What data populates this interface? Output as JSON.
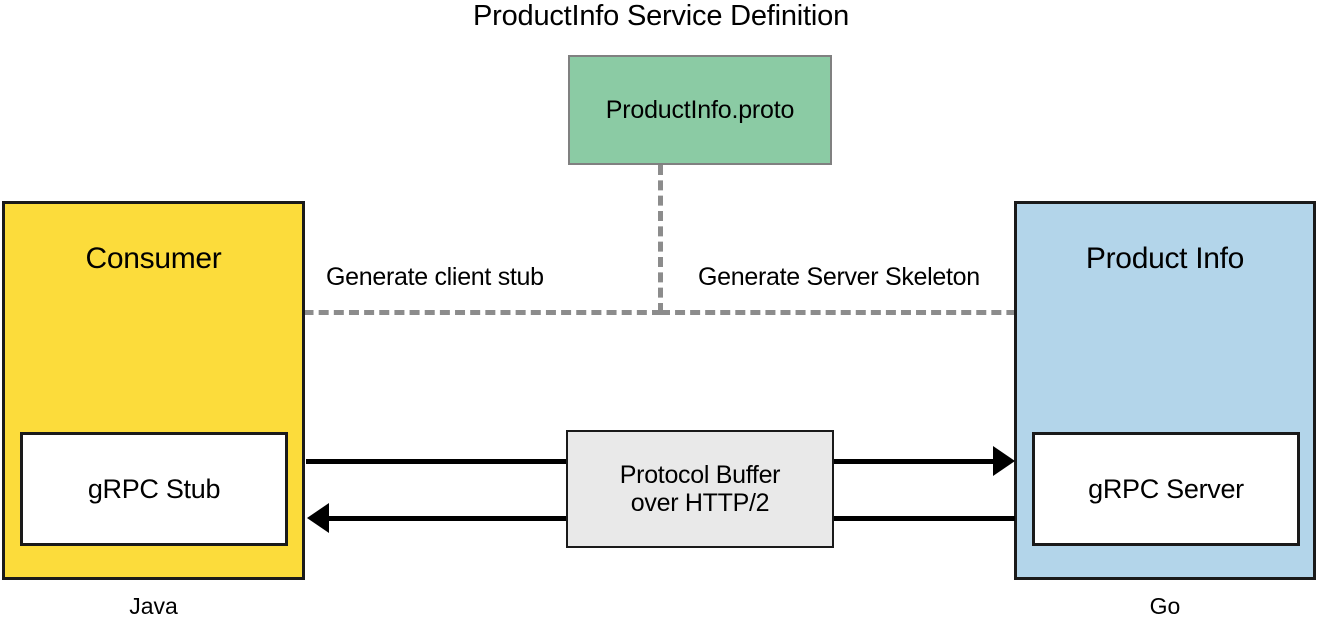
{
  "diagram": {
    "title": "ProductInfo Service Definition",
    "service_definition": {
      "file_label": "ProductInfo.proto",
      "fill_color": "#8BCBA4",
      "border_color": "#808080"
    },
    "client_side": {
      "title": "Consumer",
      "inner_component": "gRPC Stub",
      "language": "Java",
      "fill_color": "#FCDC3B",
      "border_color": "#1a1a1a"
    },
    "server_side": {
      "title": "Product Info",
      "inner_component": "gRPC Server",
      "language": "Go",
      "fill_color": "#B3D5EA",
      "border_color": "#1a1a1a"
    },
    "transport": {
      "line1": "Protocol Buffer",
      "line2": "over HTTP/2",
      "fill_color": "#E9E9E9",
      "border_color": "#1a1a1a"
    },
    "generation_edges": [
      {
        "label": "Generate client stub",
        "style": "dashed",
        "color": "#8C8C8C",
        "target": "gRPC Stub"
      },
      {
        "label": "Generate Server Skeleton",
        "style": "dashed",
        "color": "#8C8C8C",
        "target": "gRPC Server"
      }
    ],
    "communication_edges": [
      {
        "direction": "client-to-server",
        "style": "solid",
        "color": "#000000"
      },
      {
        "direction": "server-to-client",
        "style": "solid",
        "color": "#000000"
      }
    ]
  }
}
